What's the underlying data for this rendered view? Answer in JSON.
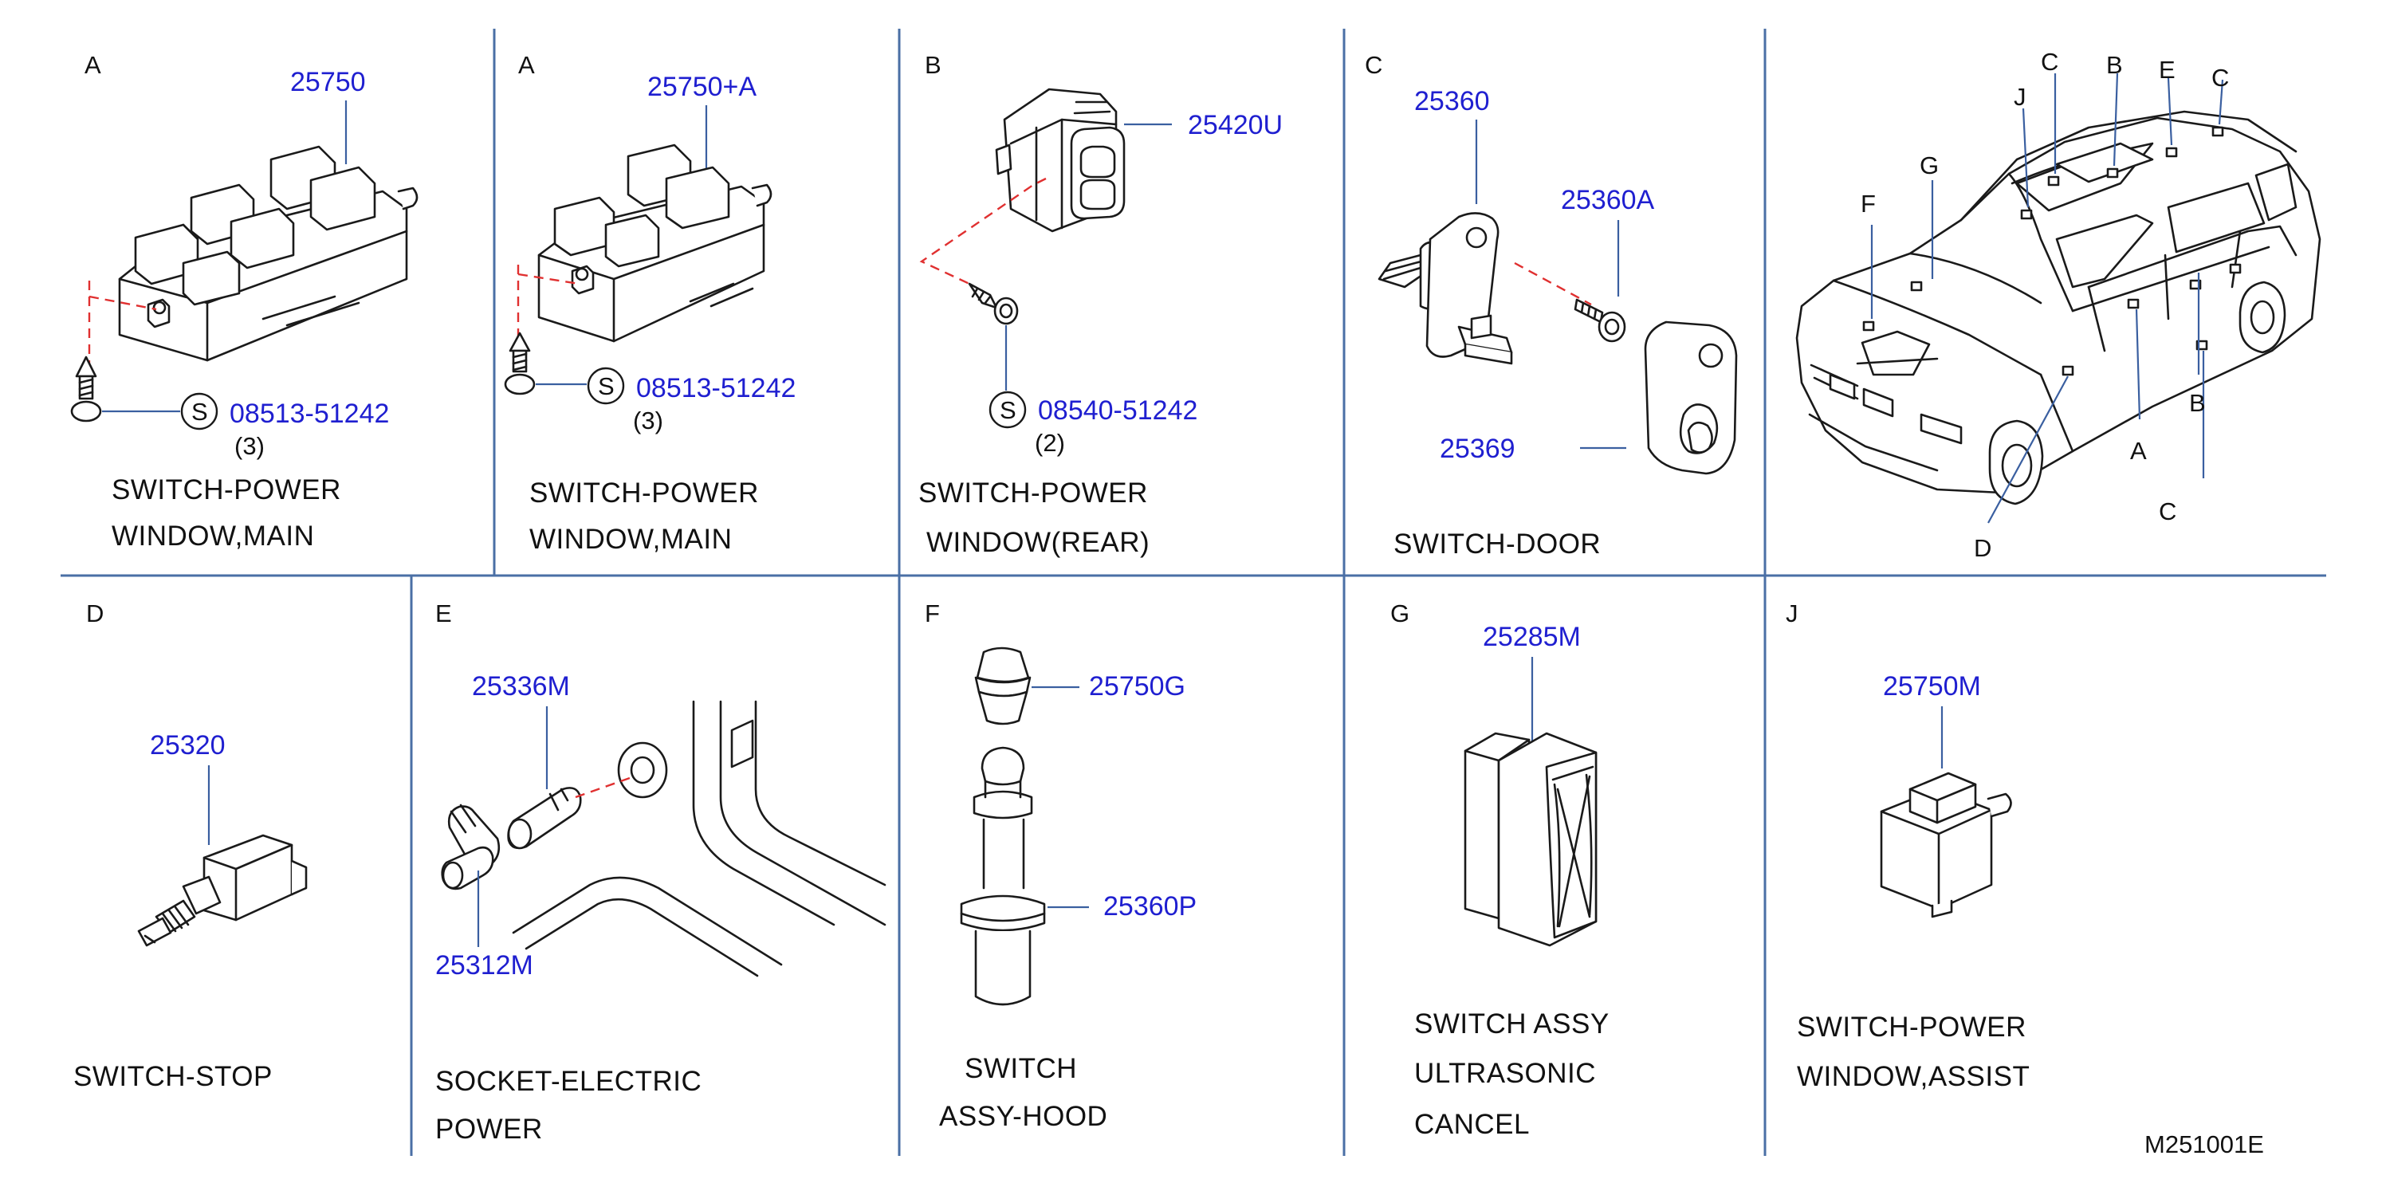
{
  "panels": {
    "a_main": {
      "view": "A",
      "part": "25750",
      "screw_symbol": "S",
      "screw_part": "08513-51242",
      "qty": "(3)",
      "desc1": "SWITCH-POWER",
      "desc2": "WINDOW,MAIN"
    },
    "a_main_alt": {
      "view": "A",
      "part": "25750+A",
      "screw_symbol": "S",
      "screw_part": "08513-51242",
      "qty": "(3)",
      "desc1": "SWITCH-POWER",
      "desc2": "WINDOW,MAIN"
    },
    "b_rear": {
      "view": "B",
      "part": "25420U",
      "screw_symbol": "S",
      "screw_part": "08540-51242",
      "qty": "(2)",
      "desc1": "SWITCH-POWER",
      "desc2": "WINDOW(REAR)"
    },
    "c_door": {
      "view": "C",
      "part1": "25360",
      "part2": "25360A",
      "part3": "25369",
      "desc1": "SWITCH-DOOR"
    },
    "vehicle": {
      "callouts": [
        "C",
        "B",
        "E",
        "C",
        "J",
        "G",
        "F",
        "B",
        "A",
        "C",
        "D"
      ]
    },
    "d_stop": {
      "view": "D",
      "part": "25320",
      "desc1": "SWITCH-STOP"
    },
    "e_socket": {
      "view": "E",
      "part1": "25336M",
      "part2": "25312M",
      "desc1": "SOCKET-ELECTRIC",
      "desc2": "POWER"
    },
    "f_hood": {
      "view": "F",
      "part1": "25750G",
      "part2": "25360P",
      "desc1": "SWITCH",
      "desc2": "ASSY-HOOD"
    },
    "g_ultrasonic": {
      "view": "G",
      "part": "25285M",
      "desc1": "SWITCH   ASSY",
      "desc2": "ULTRASONIC",
      "desc3": "CANCEL"
    },
    "j_assist": {
      "view": "J",
      "part": "25750M",
      "desc1": "SWITCH-POWER",
      "desc2": "WINDOW,ASSIST"
    }
  },
  "figure_code": "M251001E",
  "colors": {
    "part_number": "#1f1fd0",
    "grid_line": "#4a6fa5",
    "dashed_guide": "#e03030",
    "text": "#111111"
  }
}
